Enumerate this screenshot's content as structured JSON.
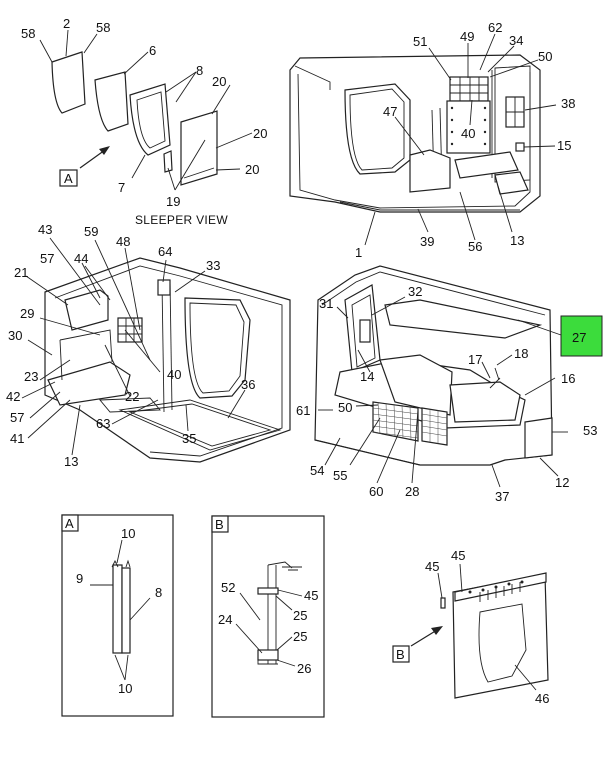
{
  "caption": "SLEEPER VIEW",
  "highlight_color": "#3cdc3c",
  "callouts": {
    "c2": "2",
    "c58a": "58",
    "c58b": "58",
    "c6": "6",
    "c8": "8",
    "c20a": "20",
    "c20b": "20",
    "c20c": "20",
    "c19": "19",
    "c7": "7",
    "cA": "A",
    "c51": "51",
    "c49": "49",
    "c62": "62",
    "c34": "34",
    "c50": "50",
    "c38": "38",
    "c47": "47",
    "c40": "40",
    "c15": "15",
    "c1": "1",
    "c39": "39",
    "c56": "56",
    "c13": "13",
    "c43": "43",
    "c59": "59",
    "c48": "48",
    "c64": "64",
    "c33": "33",
    "c57a": "57",
    "c44": "44",
    "c21": "21",
    "c29": "29",
    "c30": "30",
    "c23": "23",
    "c42": "42",
    "c57b": "57",
    "c41": "41",
    "c22": "22",
    "c40b": "40",
    "c63": "63",
    "c35": "35",
    "c36": "36",
    "c13b": "13",
    "c31": "31",
    "c32": "32",
    "c27": "27",
    "c18": "18",
    "c17": "17",
    "c14": "14",
    "c16": "16",
    "c61": "61",
    "c50b": "50",
    "c53": "53",
    "c54": "54",
    "c55": "55",
    "c60": "60",
    "c28": "28",
    "c37": "37",
    "c12": "12"
  },
  "detail_a": {
    "label": "A",
    "n10a": "10",
    "n9": "9",
    "n8": "8",
    "n10b": "10"
  },
  "detail_b": {
    "label": "B",
    "n52": "52",
    "n45": "45",
    "n25a": "25",
    "n24": "24",
    "n25b": "25",
    "n26": "26"
  },
  "callout_b": {
    "label": "B",
    "n45a": "45",
    "n45b": "45",
    "n46": "46"
  }
}
